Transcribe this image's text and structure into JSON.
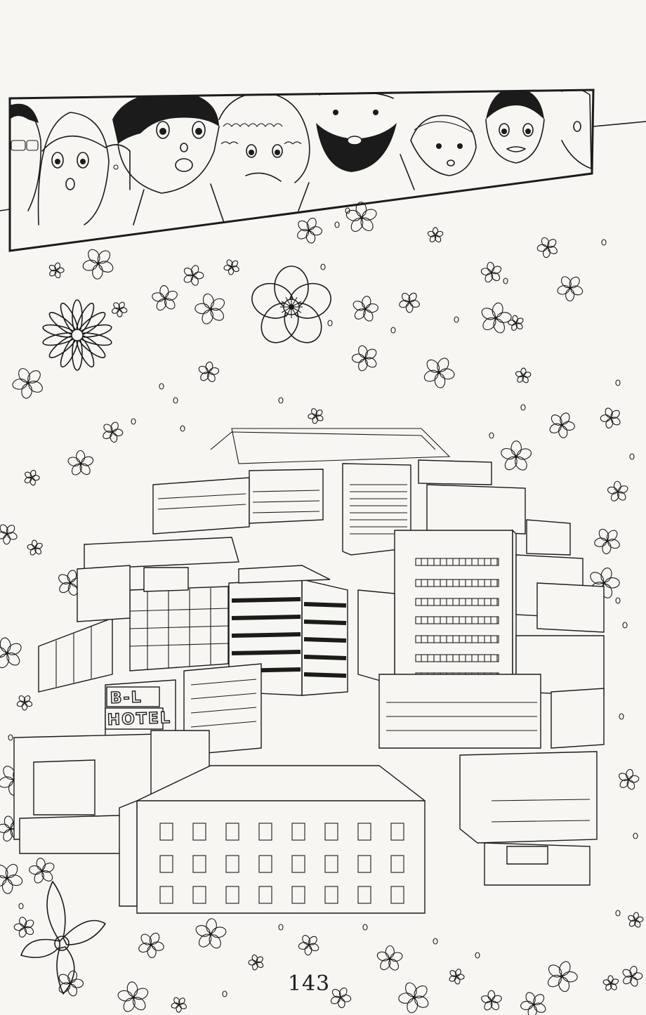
{
  "sign": {
    "line1": "B-L",
    "line2": "HOTEL"
  },
  "page_number": "143"
}
